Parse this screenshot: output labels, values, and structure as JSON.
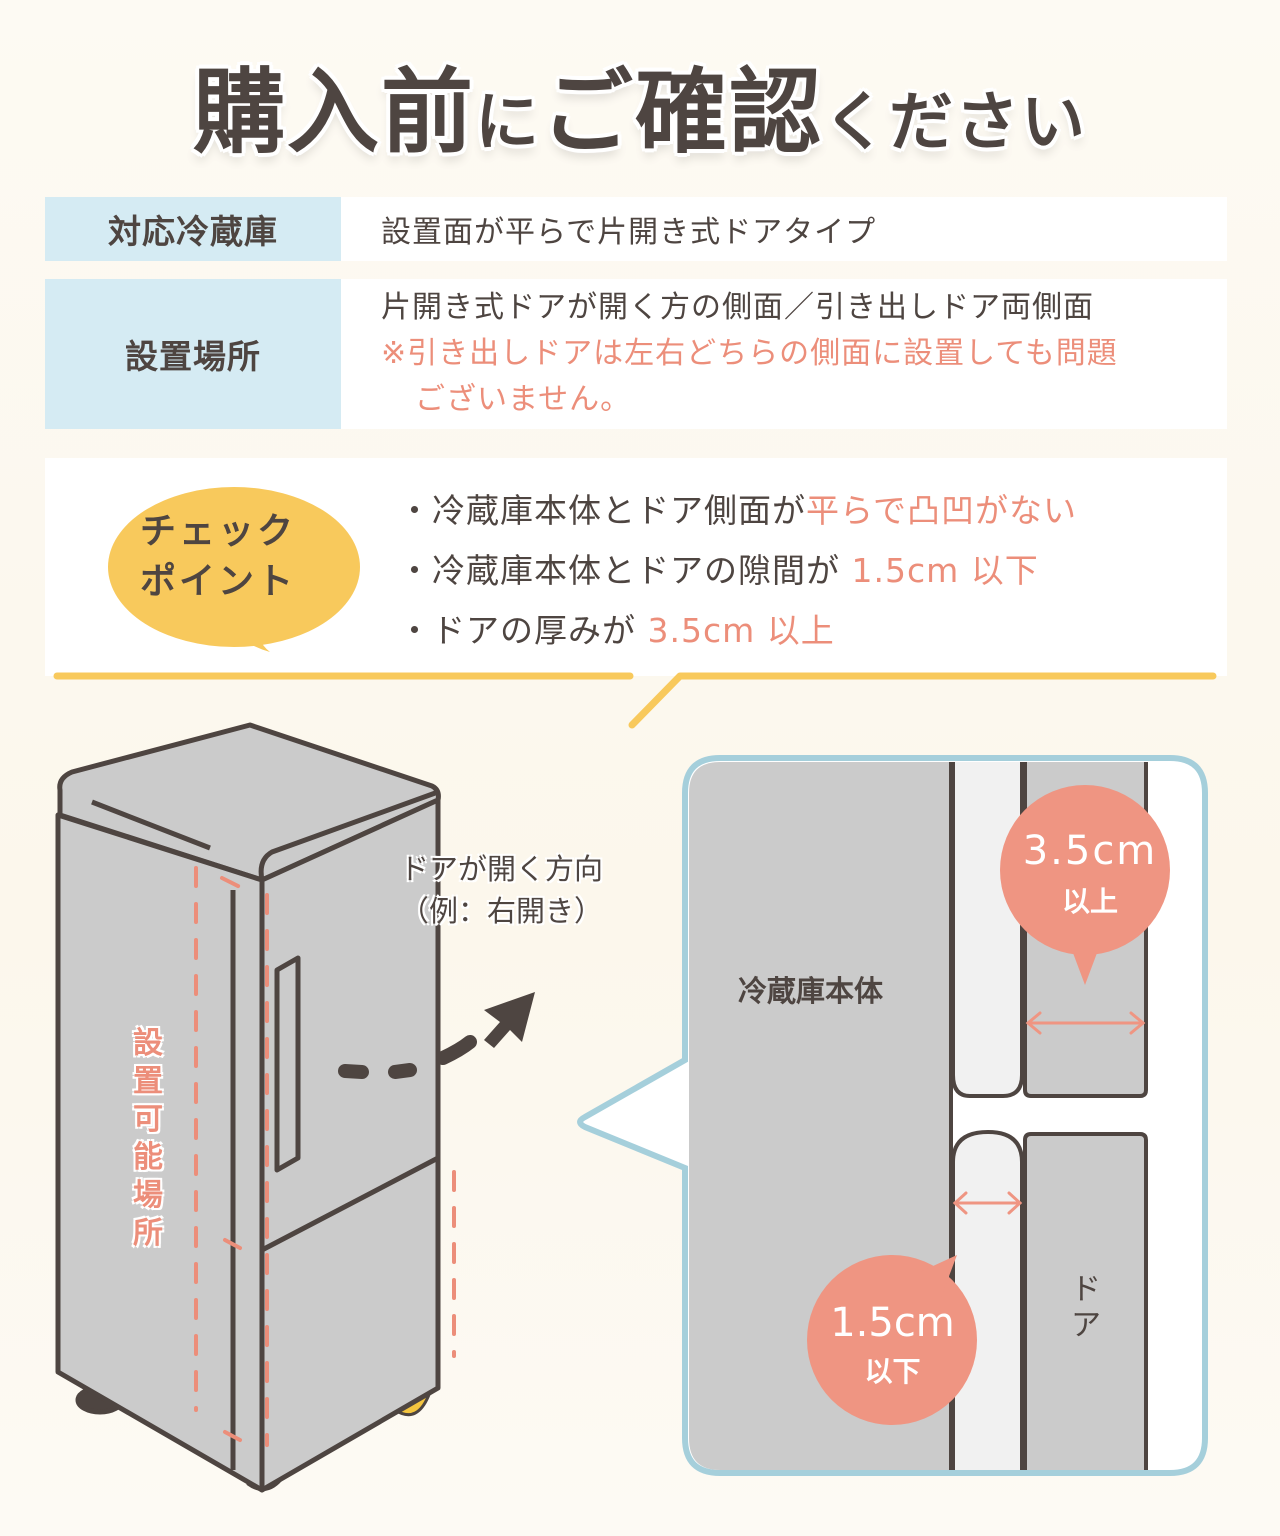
{
  "title": {
    "part1": "購入前",
    "part2": "に",
    "part3": "ご確認",
    "part4": "ください"
  },
  "spec_table": {
    "rows": [
      {
        "label": "対応冷蔵庫",
        "value": "設置面が平らで片開き式ドアタイプ"
      },
      {
        "label": "設置場所",
        "value": "片開き式ドアが開く方の側面／引き出しドア両側面",
        "note_line1": "※引き出しドアは左右どちらの側面に設置しても問題",
        "note_line2": "ございません。"
      }
    ]
  },
  "check_point": {
    "bubble_line1": "チェック",
    "bubble_line2": "ポイント",
    "items": [
      {
        "text": "・冷蔵庫本体とドア側面が",
        "highlight": "平らで凸凹がない"
      },
      {
        "text": "・冷蔵庫本体とドアの隙間が ",
        "highlight": "1.5cm 以下"
      },
      {
        "text": "・ドアの厚みが ",
        "highlight": "3.5cm 以上"
      }
    ]
  },
  "illustration": {
    "door_direction_line1": "ドアが開く方向",
    "door_direction_line2": "（例：右開き）",
    "install_area_label": "設置可能場所",
    "detail": {
      "body_label": "冷蔵庫本体",
      "door_label": "ドア",
      "thickness_badge_value": "3.5cm",
      "thickness_badge_qualifier": "以上",
      "gap_badge_value": "1.5cm",
      "gap_badge_qualifier": "以下"
    }
  },
  "colors": {
    "text": "#4e4541",
    "accent_salmon": "#ec8e7a",
    "badge_fill": "#ef9582",
    "label_blue": "#d5ebf3",
    "bubble_yellow": "#f8c95c",
    "panel_border": "#a5cfdb",
    "fridge_gray": "#cbcbcb"
  }
}
